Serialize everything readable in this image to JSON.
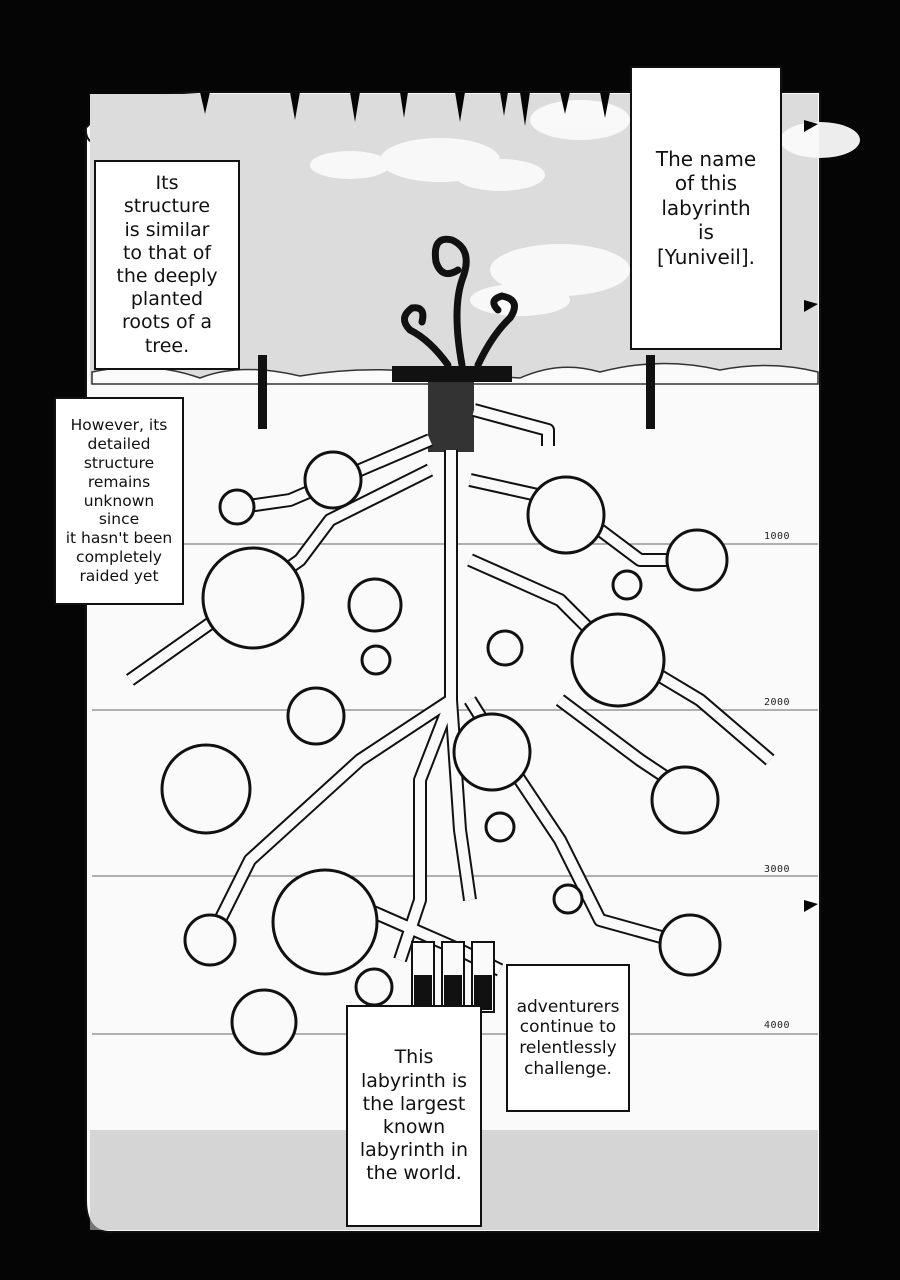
{
  "captions": {
    "name": "The name\nof this\nlabyrinth\nis\n[Yuniveil].",
    "structure": "Its\nstructure\nis similar\nto that of\nthe deeply\nplanted\nroots of a\ntree.",
    "unknown": "However, its\ndetailed\nstructure\nremains\nunknown since\nit hasn't been\ncompletely\nraided yet",
    "adventurers": "adventurers\ncontinue to\nrelentlessly\nchallenge.",
    "largest": "This\nlabyrinth is\nthe largest\nknown\nlabyrinth in\nthe world."
  },
  "depth_markers": [
    "1000",
    "2000",
    "3000",
    "4000"
  ],
  "colors": {
    "ink": "#111111",
    "paper": "#ffffff",
    "border": "#050505",
    "sky": "#dedede"
  }
}
